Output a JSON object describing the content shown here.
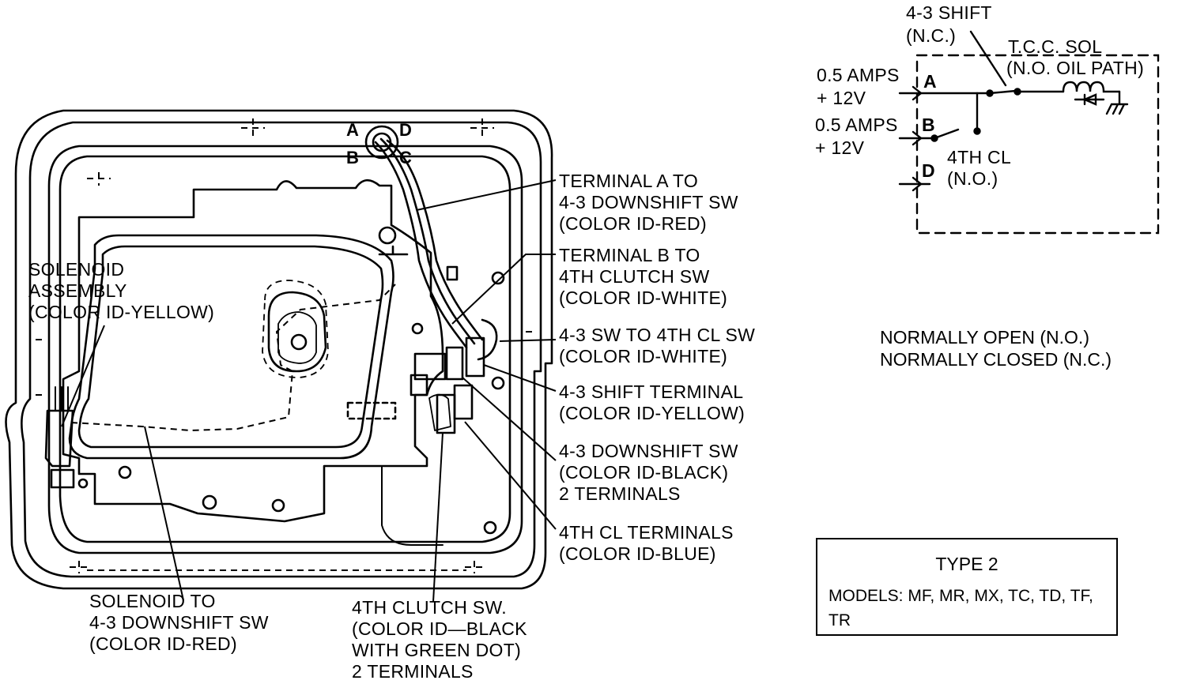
{
  "connector_pins": {
    "a": "A",
    "b": "B",
    "c": "C",
    "d": "D"
  },
  "callouts": {
    "terminal_a": [
      "TERMINAL A TO",
      "4-3 DOWNSHIFT SW",
      "(COLOR ID-RED)"
    ],
    "terminal_b": [
      "TERMINAL B TO",
      "4TH CLUTCH SW",
      "(COLOR ID-WHITE)"
    ],
    "sw_to_sw": [
      "4-3 SW TO 4TH CL SW",
      "(COLOR ID-WHITE)"
    ],
    "shift_terminal": [
      "4-3 SHIFT TERMINAL",
      "(COLOR ID-YELLOW)"
    ],
    "downshift_sw": [
      "4-3 DOWNSHIFT SW",
      "(COLOR ID-BLACK)",
      "2 TERMINALS"
    ],
    "cl_terminals": [
      "4TH CL TERMINALS",
      "(COLOR ID-BLUE)"
    ],
    "solenoid_assembly": [
      "SOLENOID",
      "ASSEMBLY",
      "(COLOR ID-YELLOW)"
    ],
    "solenoid_to": [
      "SOLENOID TO",
      "4-3 DOWNSHIFT SW",
      "(COLOR ID-RED)"
    ],
    "clutch_sw": [
      "4TH CLUTCH SW.",
      "(COLOR ID—BLACK",
      "WITH GREEN DOT)",
      "2 TERMINALS"
    ]
  },
  "schematic": {
    "shift_label": [
      "4-3 SHIFT",
      "(N.C.)"
    ],
    "tcc_label": [
      "T.C.C. SOL",
      "(N.O. OIL PATH)"
    ],
    "input_a": [
      "0.5 AMPS",
      "+ 12V"
    ],
    "input_b": [
      "0.5 AMPS",
      "+ 12V"
    ],
    "cl_label": [
      "4TH CL",
      "(N.O.)"
    ],
    "pin_a": "A",
    "pin_b": "B",
    "pin_d": "D"
  },
  "legend": [
    "NORMALLY OPEN (N.O.)",
    "NORMALLY CLOSED (N.C.)"
  ],
  "type_box": {
    "title": "TYPE 2",
    "models": "MODELS: MF, MR, MX, TC, TD, TF, TR"
  }
}
